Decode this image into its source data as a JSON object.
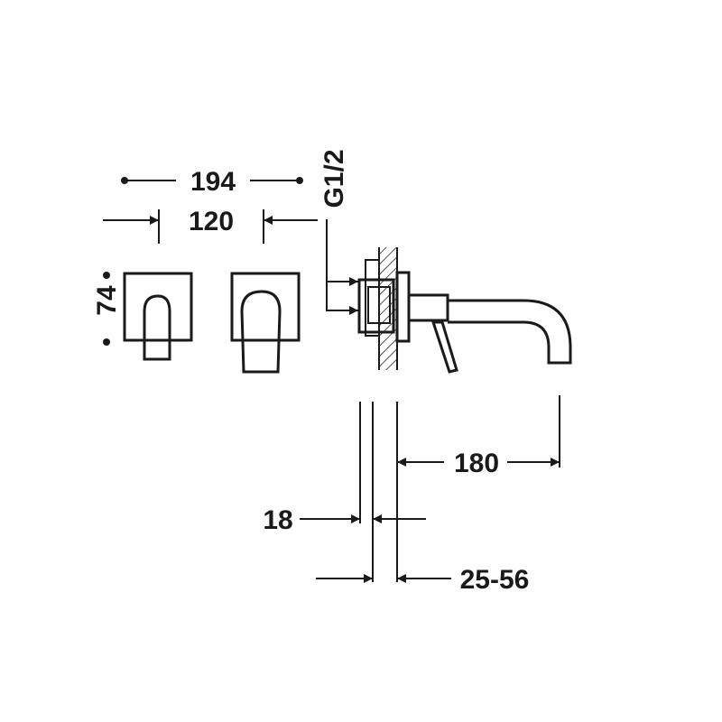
{
  "dimensions": {
    "overall_width": "194",
    "handle_spacing": "120",
    "plate_height": "74",
    "thread": "G1/2",
    "spout_reach": "180",
    "wall_plate_depth": "18",
    "install_depth_range": "25-56"
  },
  "colors": {
    "ink": "#1a1a1a",
    "background": "#ffffff"
  }
}
